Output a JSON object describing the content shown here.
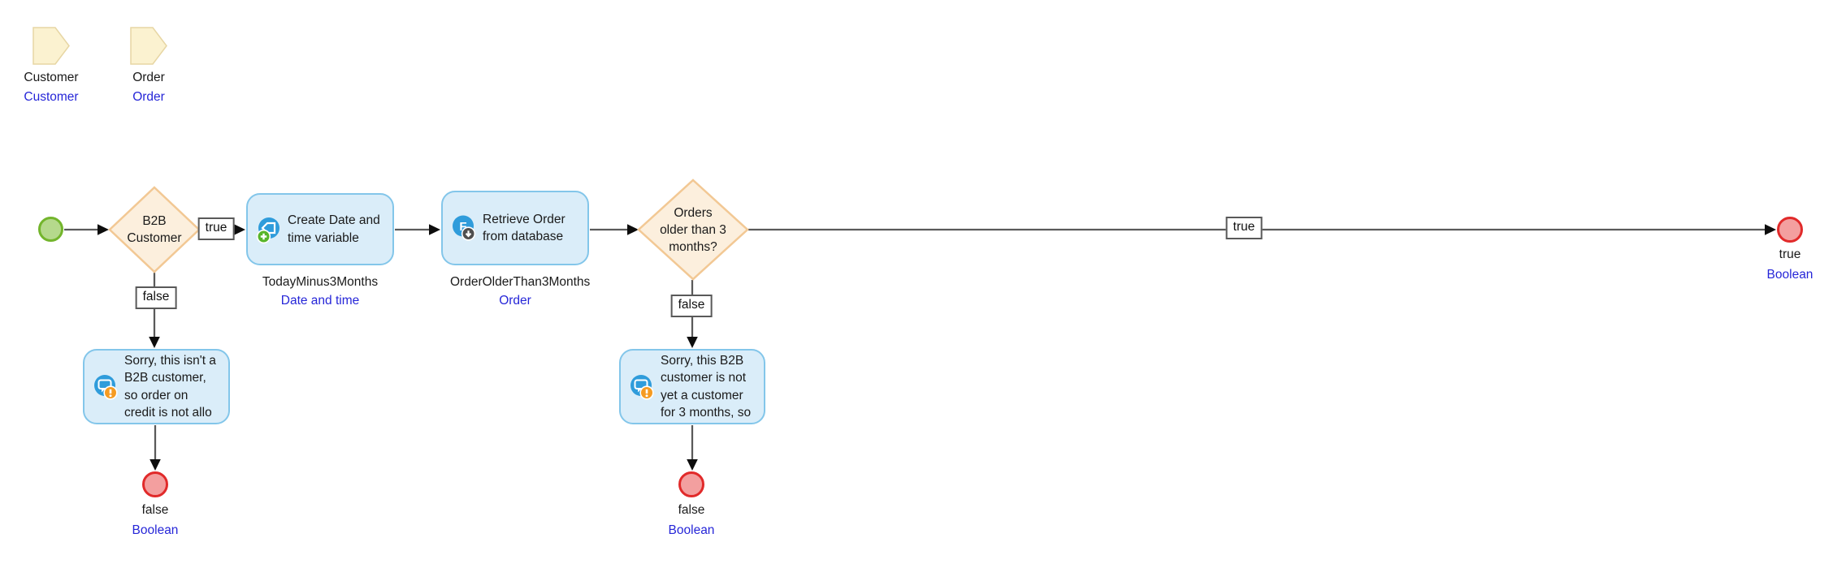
{
  "diagram": {
    "parameters": [
      {
        "name": "Customer",
        "type": "Customer"
      },
      {
        "name": "Order",
        "type": "Order"
      }
    ],
    "decisions": [
      {
        "caption": "B2B\nCustomer"
      },
      {
        "caption": "Orders\nolder than 3\nmonths?"
      }
    ],
    "activities": [
      {
        "caption": "Create Date and\ntime variable",
        "icon": "create-variable-icon",
        "output_name": "TodayMinus3Months",
        "output_type": "Date and time"
      },
      {
        "caption": "Retrieve Order\nfrom database",
        "icon": "retrieve-database-icon",
        "icon_letter": "F",
        "output_name": "OrderOlderThan3Months",
        "output_type": "Order"
      },
      {
        "caption": "Sorry, this isn't a\nB2B customer,\nso order on\ncredit is not allo",
        "icon": "message-icon"
      },
      {
        "caption": "Sorry, this B2B\ncustomer is not\nyet a customer\nfor 3 months, so",
        "icon": "message-icon"
      }
    ],
    "edge_labels": [
      {
        "label": "true"
      },
      {
        "label": "false"
      },
      {
        "label": "true"
      },
      {
        "label": "false"
      }
    ],
    "ends": [
      {
        "value": "true",
        "type": "Boolean"
      },
      {
        "value": "false",
        "type": "Boolean"
      },
      {
        "value": "false",
        "type": "Boolean"
      }
    ],
    "colors": {
      "activity_fill": "#daedf9",
      "activity_border": "#83c6ea",
      "decision_fill": "#fcefdd",
      "decision_border": "#f2c894",
      "parameter_fill": "#fbf2d0",
      "parameter_border": "#e7d6a4",
      "start_fill": "#b5d98c",
      "start_border": "#73b52c",
      "end_fill": "#f39f9f",
      "end_border": "#e12a2a",
      "type_text": "#2626d8",
      "edge_line": "#5a5a5a",
      "icon_blue": "#2f9cdb",
      "badge_green": "#57b52a",
      "badge_orange": "#f59b22",
      "badge_gray": "#4f4f4f"
    }
  }
}
